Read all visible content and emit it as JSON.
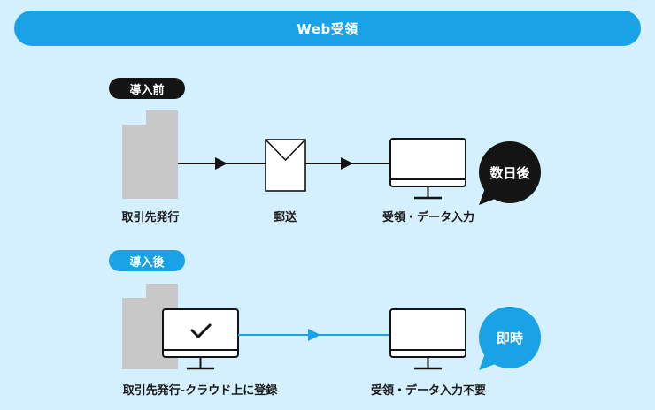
{
  "header": {
    "title": "Web受領"
  },
  "before": {
    "tag": "導入前",
    "step1_label": "取引先発行",
    "step2_label": "郵送",
    "step3_label": "受領・データ入力",
    "badge": "数日後"
  },
  "after": {
    "tag": "導入後",
    "step1_label": "取引先発行-クラウド上に登録",
    "step2_label": "受領・データ入力不要",
    "badge": "即時"
  },
  "colors": {
    "background": "#d4effd",
    "accent_blue": "#1aa2e6",
    "dark": "#141414",
    "paper_gray": "#c8c8c8"
  },
  "icons": [
    "document-icon",
    "envelope-icon",
    "monitor-icon",
    "monitor-check-icon",
    "arrow-icon"
  ]
}
